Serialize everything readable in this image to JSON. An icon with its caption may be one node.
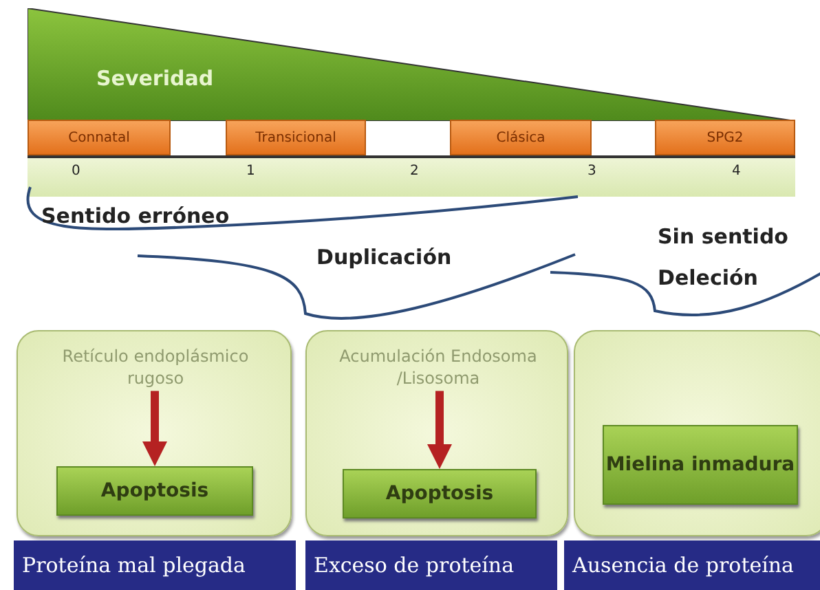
{
  "diagram": {
    "nodes": [
      {
        "text": [
          "Severidad"
        ]
      },
      {
        "text": [
          "Connatal"
        ]
      },
      {
        "text": [
          "Transicional"
        ]
      },
      {
        "text": [
          "Clásica"
        ]
      },
      {
        "text": [
          "SPG2"
        ]
      },
      {
        "text": [],
        "shape": "box"
      },
      {
        "text": [
          "Retículo endoplásmico rugoso"
        ],
        "in": 5
      },
      {
        "text": [
          "Apoptosis"
        ],
        "in": 5
      },
      {
        "text": [],
        "shape": "box"
      },
      {
        "text": [
          "Acumulación Endosoma /Lisosoma"
        ],
        "in": 8
      },
      {
        "text": [
          "Apoptosis"
        ],
        "in": 8
      },
      {
        "text": [],
        "shape": "box"
      },
      {
        "text": [
          "Mielina inmadura"
        ],
        "in": 11
      },
      {
        "text": [
          "Proteína mal plegada"
        ]
      },
      {
        "text": [
          "Exceso de proteína"
        ]
      },
      {
        "text": [
          "Ausencia de proteína"
        ]
      }
    ],
    "edges": [
      {
        "from": 6,
        "to": 7,
        "arrow": "to"
      },
      {
        "from": 9,
        "to": 10,
        "arrow": "to"
      }
    ],
    "labels": [
      "0",
      "1",
      "2",
      "3",
      "4",
      "Sentido erróneo",
      "Duplicación",
      "Sin sentido Deleción"
    ]
  }
}
